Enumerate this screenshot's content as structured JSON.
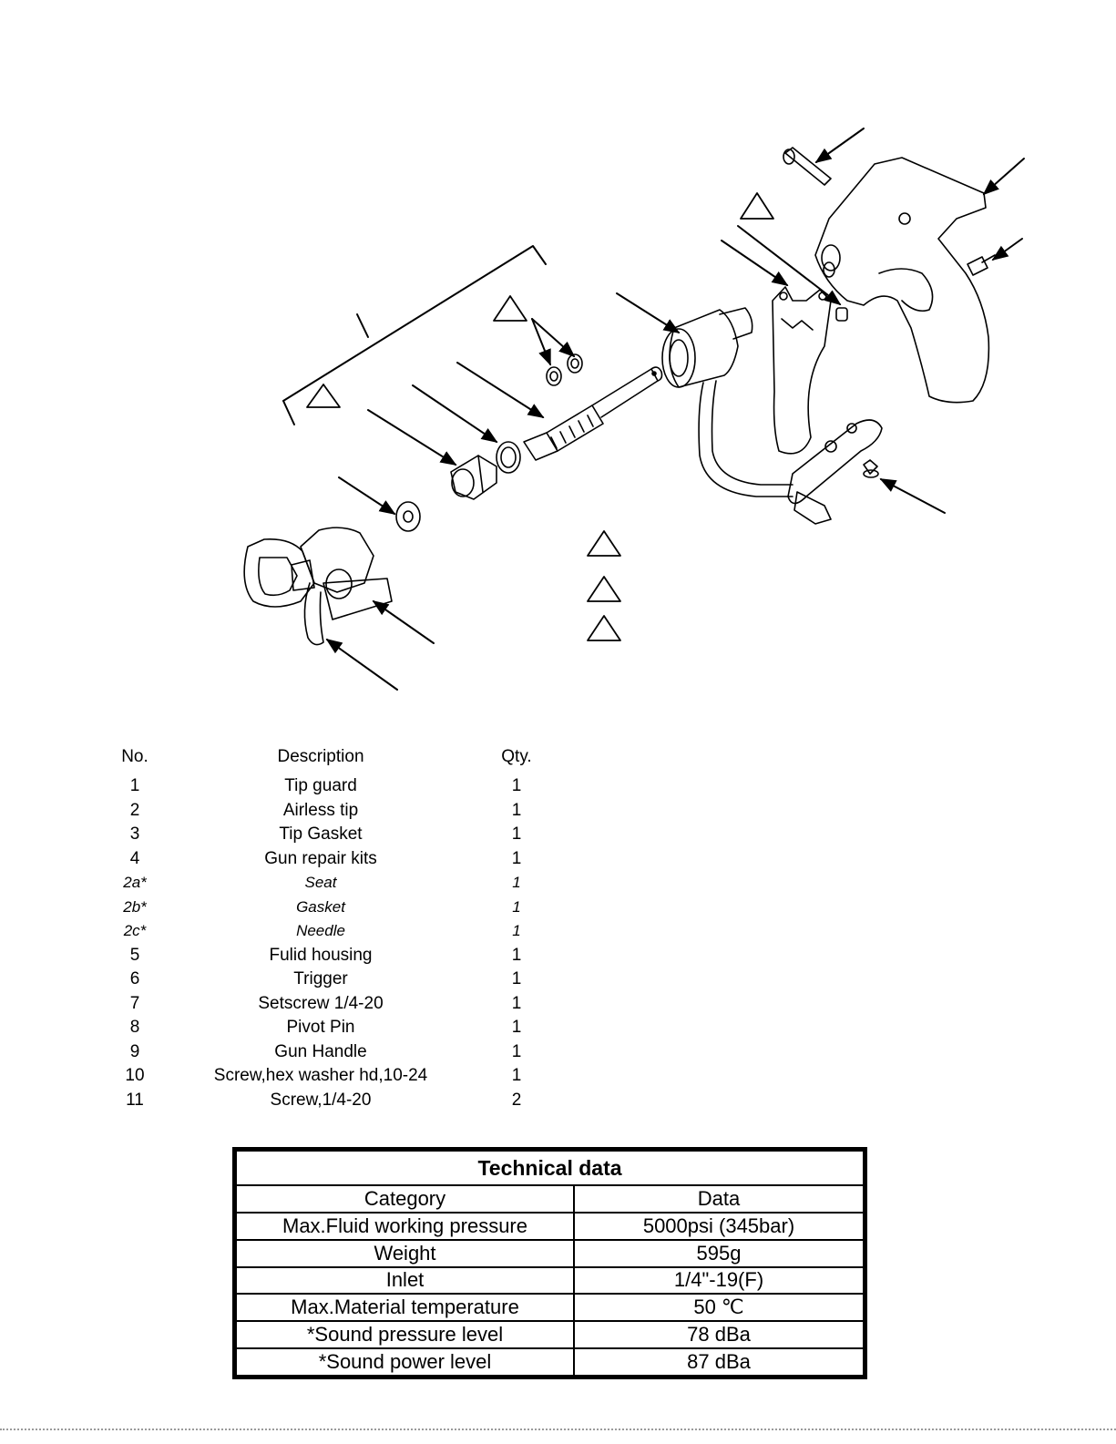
{
  "parts_list": {
    "headers": {
      "no": "No.",
      "description": "Description",
      "qty": "Qty."
    },
    "rows": [
      {
        "no": "1",
        "description": "Tip guard",
        "qty": "1"
      },
      {
        "no": "2",
        "description": "Airless tip",
        "qty": "1"
      },
      {
        "no": "3",
        "description": "Tip Gasket",
        "qty": "1"
      },
      {
        "no": "4",
        "description": "Gun repair kits",
        "qty": "1"
      },
      {
        "no": "2a*",
        "description": "Seat",
        "qty": "1"
      },
      {
        "no": "2b*",
        "description": "Gasket",
        "qty": "1"
      },
      {
        "no": "2c*",
        "description": "Needle",
        "qty": "1"
      },
      {
        "no": "5",
        "description": "Fulid housing",
        "qty": "1"
      },
      {
        "no": "6",
        "description": "Trigger",
        "qty": "1"
      },
      {
        "no": "7",
        "description": "Setscrew 1/4-20",
        "qty": "1"
      },
      {
        "no": "8",
        "description": "Pivot Pin",
        "qty": "1"
      },
      {
        "no": "9",
        "description": "Gun Handle",
        "qty": "1"
      },
      {
        "no": "10",
        "description": "Screw,hex washer hd,10-24",
        "qty": "1"
      },
      {
        "no": "11",
        "description": "Screw,1/4-20",
        "qty": "2"
      }
    ]
  },
  "technical_data": {
    "title": "Technical data",
    "header": {
      "category": "Category",
      "data": "Data"
    },
    "rows": [
      {
        "category": "Max.Fluid working pressure",
        "data": "5000psi (345bar)"
      },
      {
        "category": "Weight",
        "data": "595g"
      },
      {
        "category": "Inlet",
        "data": "1/4\"-19(F)"
      },
      {
        "category": "Max.Material temperature",
        "data": "50 ℃"
      },
      {
        "category": "*Sound pressure level",
        "data": "78 dBa"
      },
      {
        "category": "*Sound power level",
        "data": "87 dBa"
      }
    ]
  }
}
